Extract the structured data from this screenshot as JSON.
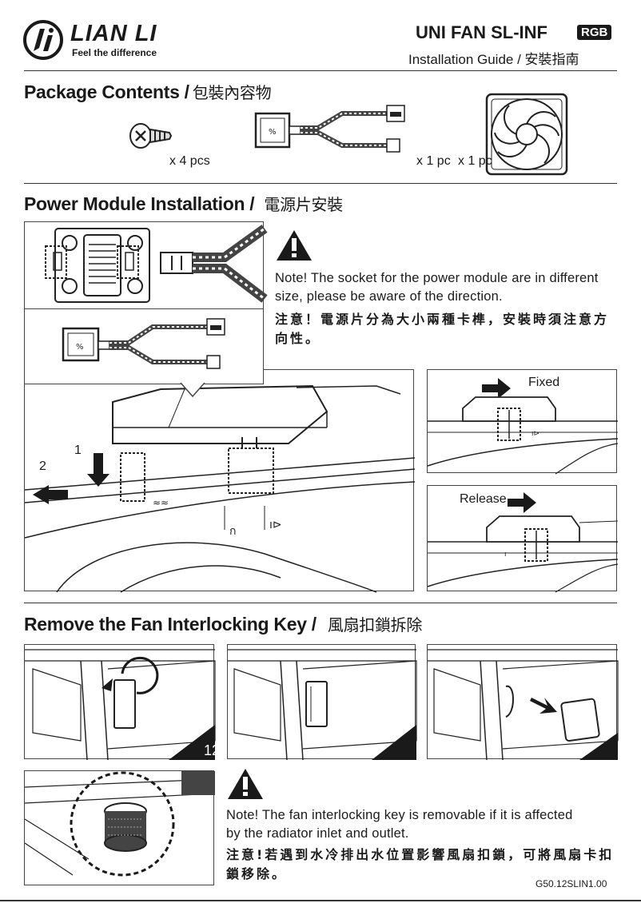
{
  "header": {
    "brand": "LIAN LI",
    "tagline": "Feel the difference",
    "product": "UNI FAN SL-INF",
    "badge": "RGB",
    "guide": "Installation Guide /  安裝指南"
  },
  "package": {
    "title": "Package Contents /",
    "title_zh": "包裝內容物",
    "screw_qty": "x 4 pcs",
    "module_qty": "x 1 pc",
    "fan_qty": "x 1 pc"
  },
  "power": {
    "title": "Power Module Installation /",
    "title_zh": "電源片安裝",
    "note_en": "Note! The socket for the power module are in different size, please be aware of the direction.",
    "note_zh": "注意！電源片分為大小兩種卡榫，安裝時須注意方向性。",
    "step1": "1",
    "step2": "2",
    "fixed": "Fixed",
    "release": "Release"
  },
  "remove": {
    "title": "Remove the Fan Interlocking Key /",
    "title_zh": "風扇扣鎖拆除",
    "fan_label": "12",
    "note_en": "Note! The fan interlocking key is removable if it is affected by the radiator inlet and outlet.",
    "note_zh": "注意!若遇到水冷排出水位置影響風扇扣鎖，可將風扇卡扣鎖移除。"
  },
  "footer": {
    "code": "G50.12SLIN1.00"
  }
}
